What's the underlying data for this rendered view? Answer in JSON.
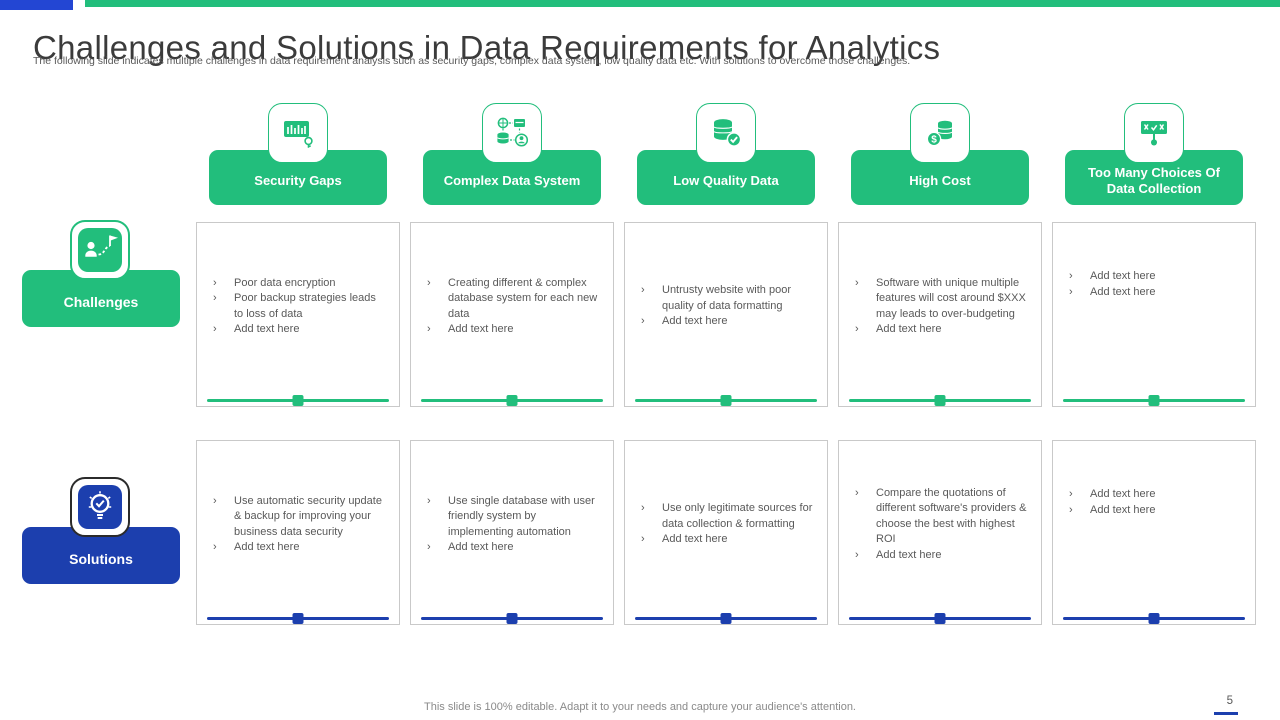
{
  "slide": {
    "title": "Challenges and Solutions in Data Requirements for Analytics",
    "subtitle": "The following slide indicates multiple challenges in data requirement analysis such as security gaps, complex data system, low quality data etc. With solutions to overcome those challenges.",
    "footer": "This slide is 100% editable. Adapt it to your needs and capture your audience's attention.",
    "page_number": "5",
    "bullet_marker": "›"
  },
  "colors": {
    "green": "#22BE7C",
    "blue": "#1C3FAE",
    "topbar_blue": "#2346D3",
    "title_text": "#3B3B3B",
    "body_text": "#595959",
    "box_border": "#C9C9C9",
    "footer_text": "#8A8A8A"
  },
  "rows": [
    {
      "label": "Challenges",
      "icon": "person-goal-flag-icon",
      "accent": "#22BE7C"
    },
    {
      "label": "Solutions",
      "icon": "lightbulb-check-icon",
      "accent": "#1C3FAE"
    }
  ],
  "columns": [
    {
      "header": "Security Gaps",
      "icon": "bar-chart-magnifier-icon",
      "challenges": [
        "Poor data encryption",
        "Poor backup strategies leads to loss of data",
        "Add text here"
      ],
      "solutions": [
        "Use automatic security update & backup for improving your business data security",
        "Add text here"
      ]
    },
    {
      "header": "Complex Data System",
      "icon": "database-network-icon",
      "challenges": [
        "Creating different & complex database system for each new data",
        "Add text here"
      ],
      "solutions": [
        "Use single database with user friendly system by implementing automation",
        "Add text here"
      ]
    },
    {
      "header": "Low Quality Data",
      "icon": "database-check-icon",
      "challenges": [
        "Untrusty website with poor quality of data formatting",
        "Add text here"
      ],
      "solutions": [
        "Use only legitimate sources for data collection & formatting",
        "Add text here"
      ]
    },
    {
      "header": "High Cost",
      "icon": "coins-dollar-icon",
      "challenges": [
        "Software with unique multiple features will cost around $XXX may leads to over-budgeting",
        "Add text here"
      ],
      "solutions": [
        "Compare the quotations of different software's providers & choose the best with highest ROI",
        "Add text here"
      ]
    },
    {
      "header": "Too Many Choices Of Data Collection",
      "icon": "choices-checklist-hand-icon",
      "challenges": [
        "Add text here",
        "Add text here"
      ],
      "solutions": [
        "Add text here",
        "Add text here"
      ]
    }
  ]
}
